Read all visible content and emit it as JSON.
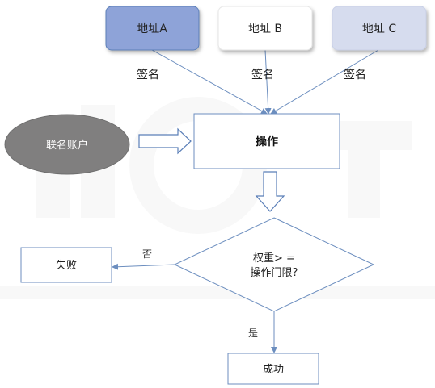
{
  "addresses": [
    {
      "label": "地址A",
      "fill": "#8ea3d8"
    },
    {
      "label": "地址 B",
      "fill": "#ffffff"
    },
    {
      "label": "地址 C",
      "fill": "#d6dcee"
    }
  ],
  "signatures": [
    "签名",
    "签名",
    "签名"
  ],
  "joint_account": "联名账户",
  "operation": "操作",
  "decision": {
    "line1": "权重> =",
    "line2": "操作门限?"
  },
  "no_label": "否",
  "yes_label": "是",
  "failure": "失败",
  "success": "成功",
  "colors": {
    "line": "#6c8ebf",
    "arrow_outline": "#5b7fb8",
    "ellipse": "#807f7f",
    "address_a": "#8ea3d8",
    "address_c": "#d6dcee",
    "text": "#222222",
    "watermark": "#f2f2f2"
  }
}
